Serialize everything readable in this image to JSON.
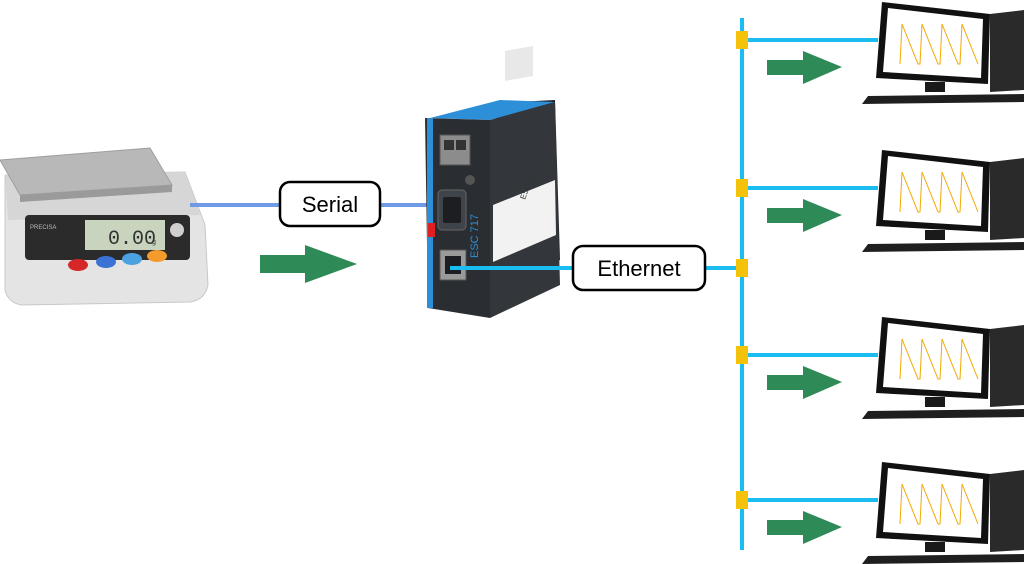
{
  "labels": {
    "serial": "Serial",
    "ethernet": "Ethernet"
  },
  "scale": {
    "display_reading": "0.00",
    "display_unit": "g",
    "brand_text": "PRECISA"
  },
  "device": {
    "model_text": "ESC717",
    "side_label": "ESC 717"
  },
  "workstations": [
    {
      "id": "pc-1"
    },
    {
      "id": "pc-2"
    },
    {
      "id": "pc-3"
    },
    {
      "id": "pc-4"
    }
  ],
  "colors": {
    "serial_line": "#6f9be6",
    "ethernet_line": "#19bdf0",
    "arrow": "#2e8b57",
    "junction": "#f5c20a",
    "device_body": "#2a2d31",
    "device_accent": "#2d8fd8"
  },
  "icons": {
    "flow_arrow": "right-arrow-icon",
    "scale": "weighing-scale-icon",
    "device": "serial-to-ethernet-gateway-icon",
    "computer": "desktop-computer-icon"
  }
}
